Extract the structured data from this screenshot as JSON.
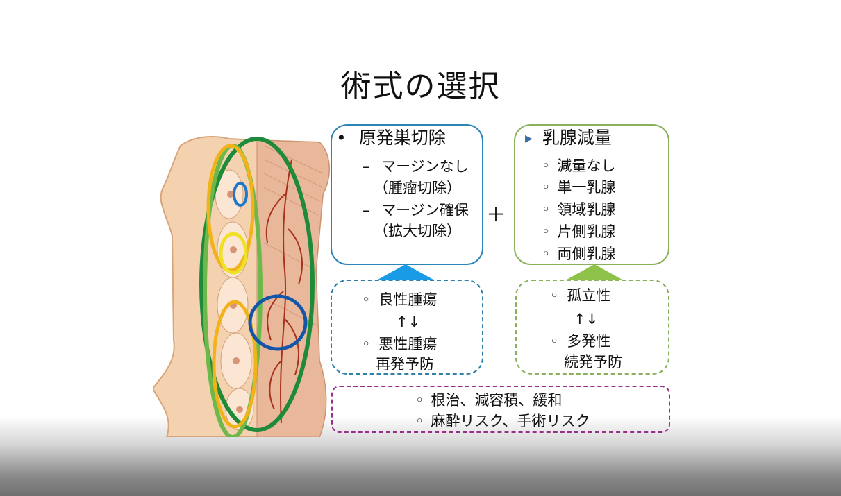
{
  "title": "術式の選択",
  "primary_box": {
    "bullet": "•",
    "heading": "原発巣切除",
    "items": [
      {
        "dash": "–",
        "text": "マージンなし",
        "sub": "（腫瘤切除）"
      },
      {
        "dash": "–",
        "text": "マージン確保",
        "sub": "（拡大切除）"
      }
    ]
  },
  "plus": "＋",
  "breast_box": {
    "heading": "乳腺減量",
    "items": [
      "減量なし",
      "単一乳腺",
      "領域乳腺",
      "片側乳腺",
      "両側乳腺"
    ]
  },
  "tumor_box": {
    "line1": "良性腫瘍",
    "arrows": "↑↓",
    "line2": "悪性腫瘍",
    "line3": "再発予防"
  },
  "multiplicity_box": {
    "line1": "孤立性",
    "arrows": "↑↓",
    "line2": "多発性",
    "line3": "続発予防"
  },
  "bottom_box": {
    "line1": "根治、減容積、緩和",
    "line2": "麻酔リスク、手術リスク"
  },
  "circle_bullet": "◦",
  "colors": {
    "blue": "#2b86b8",
    "green": "#8bb05a",
    "purple": "#9a2d8a",
    "arrow_blue": "#1a9be6",
    "arrow_green": "#8fc24a"
  }
}
